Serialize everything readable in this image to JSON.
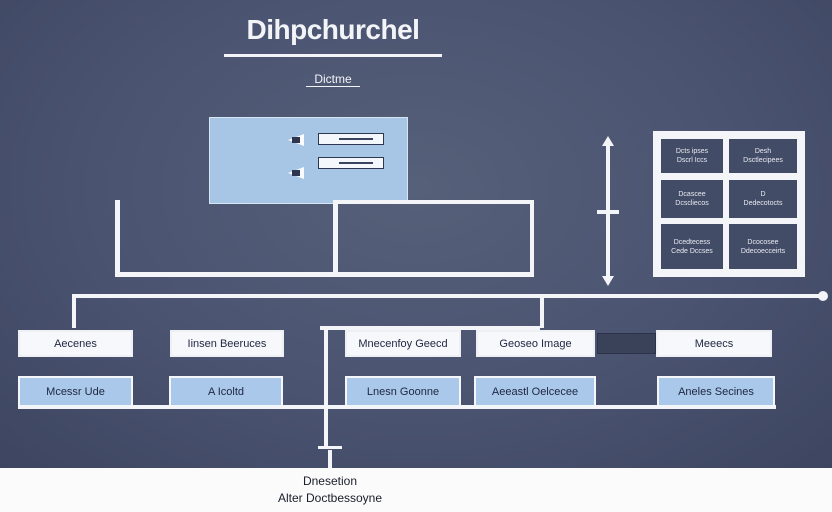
{
  "title": "Dihpchurchel",
  "subtitle": "Dictme",
  "top_grid": {
    "cells": [
      {
        "line1": "Dcts ipses",
        "line2": "Dscrl Iccs"
      },
      {
        "line1": "Desh",
        "line2": "Dsctlecipees"
      },
      {
        "line1": "Dcascee",
        "line2": "Dcscliecos"
      },
      {
        "line1": "D",
        "line2": "Dedecotocts"
      },
      {
        "line1": "Dcedtecess",
        "line2": "Cede Dccses"
      },
      {
        "line1": "Dcocosee",
        "line2": "Ddecoecceirts"
      }
    ]
  },
  "row1": {
    "box1": "Aecenes",
    "box2": "Iinsen Beeruces",
    "box3": "Mnecenfoy Geecd",
    "box4": "Geoseo Image",
    "box6": "Meeecs"
  },
  "row2": {
    "box1": "Mcessr Ude",
    "box2": "A Icoltd",
    "box3": "Lnesn Goonne",
    "box4": "Aeeastl Oelcecee",
    "box5": "Aneles Secines"
  },
  "footer": {
    "line1": "Dnesetion",
    "line2": "Alter Doctbessoyne"
  }
}
